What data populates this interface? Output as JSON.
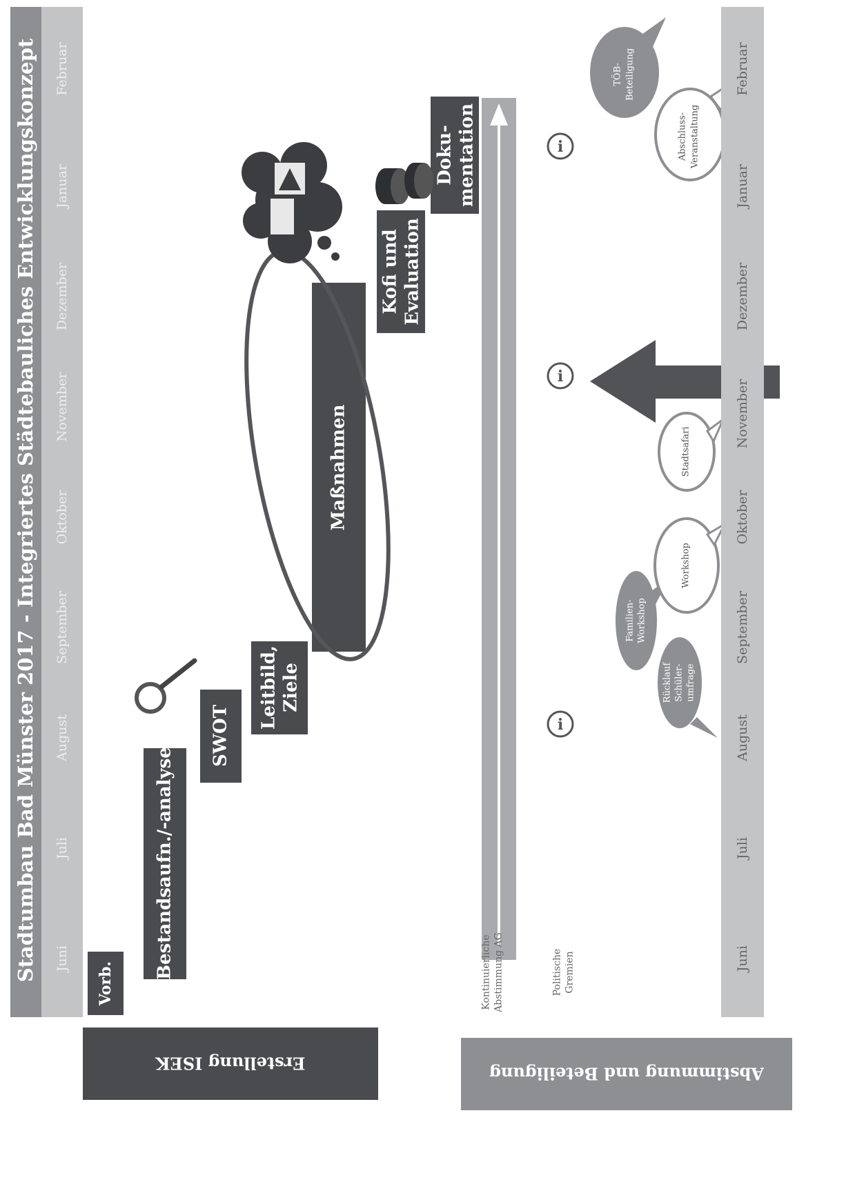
{
  "title": "Stadtumbau Bad Münster 2017 - Integriertes Städtebauliches Entwicklungskonzept",
  "months": [
    "Juni",
    "Juli",
    "August",
    "September",
    "Oktober",
    "November",
    "Dezember",
    "Januar",
    "Februar"
  ],
  "sections": {
    "top": "Erstellung ISEK",
    "bottom": "Abstimmung und Beteiligung"
  },
  "phases": {
    "vorb": "Vorb.",
    "bestand": "Bestandsaufn./-analyse",
    "swot": "SWOT",
    "leitbild_1": "Leitbild,",
    "leitbild_2": "Ziele",
    "massnahmen": "Maßnahmen",
    "kofi_1": "Kofi und",
    "kofi_2": "Evaluation",
    "doku_1": "Doku-",
    "doku_2": "mentation"
  },
  "labels": {
    "kontinuierlich_1": "Kontinuierliche",
    "kontinuierlich_2": "Abstimmung AG",
    "politisch_1": "Politische",
    "politisch_2": "Gremien"
  },
  "bubbles": {
    "rueckl_1": "Rücklauf",
    "rueckl_2": "Schüler-",
    "rueckl_3": "umfrage",
    "familien_1": "Familien-",
    "familien_2": "Workshop",
    "workshop": "Workshop",
    "stadtsafari": "Stadtsafari",
    "toeb_1": "TÖB-",
    "toeb_2": "Beteiligung",
    "absch_1": "Abschluss-",
    "absch_2": "Veranstaltung"
  },
  "colors": {
    "dark": "#4a4b4f",
    "mid": "#8e8f93",
    "light": "#c3c4c6",
    "ellipse": "#55565a"
  },
  "icons": [
    "magnifier-icon",
    "thought-cloud-icon",
    "coin-stack-icon",
    "info-icon",
    "arrow-up-icon"
  ]
}
